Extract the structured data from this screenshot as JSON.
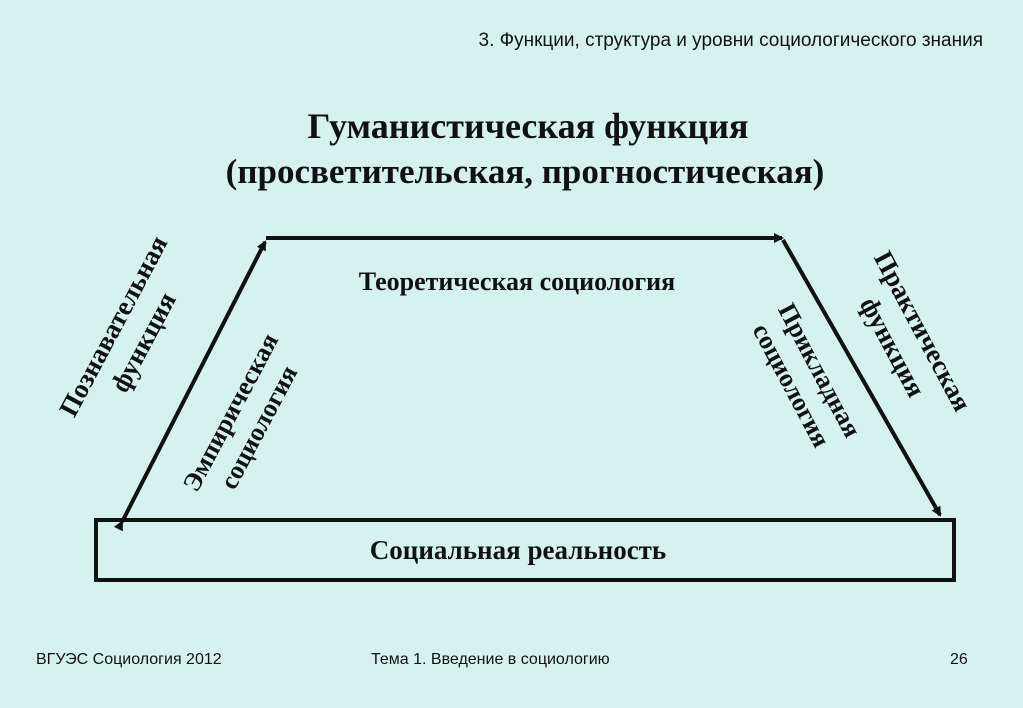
{
  "header": {
    "title": "3. Функции, структура и уровни социологического знания"
  },
  "diagram": {
    "title_line1": "Гуманистическая функция",
    "title_line2": "(просветительская, прогностическая)",
    "top_node": "Теоретическая социология",
    "bottom_node": "Социальная реальность",
    "left_outer_line1": "Познавательная",
    "left_outer_line2": "функция",
    "left_inner_line1": "Эмпирическая",
    "left_inner_line2": "социология",
    "right_inner_line1": "Прикладная",
    "right_inner_line2": "социология",
    "right_outer_line1": "Практическая",
    "right_outer_line2": "функция"
  },
  "footer": {
    "left": "ВГУЭС Социология 2012",
    "middle": "Тема 1. Введение в социологию",
    "page_number": "26"
  }
}
